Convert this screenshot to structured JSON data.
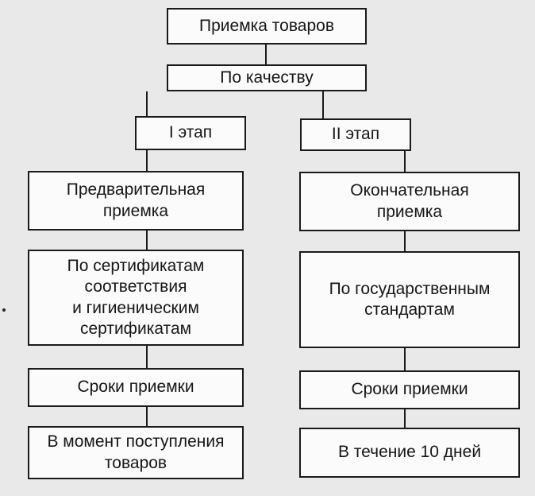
{
  "diagram": {
    "root": "Приемка товаров",
    "criterion": "По качеству",
    "left": {
      "stage": "I этап",
      "type": [
        "Предварительная",
        "приемка"
      ],
      "basis": [
        "По сертификатам",
        "соответствия",
        "и гигиеническим",
        "сертификатам"
      ],
      "terms_label": "Сроки приемки",
      "terms": [
        "В момент поступления",
        "товаров"
      ]
    },
    "right": {
      "stage": "II этап",
      "type": [
        "Окончательная",
        "приемка"
      ],
      "basis": [
        "По государственным",
        "стандартам"
      ],
      "terms_label": "Сроки приемки",
      "terms": [
        "В течение 10 дней"
      ]
    }
  }
}
